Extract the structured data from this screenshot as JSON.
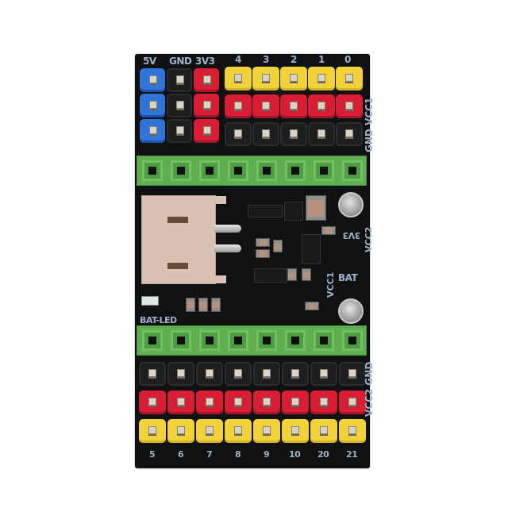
{
  "product": {
    "type": "PCB expansion / breakout board",
    "board_color": "#101112",
    "silkscreen_color": "#9fb1c8"
  },
  "top_labels": {
    "power": [
      "5V",
      "GND",
      "3V3"
    ],
    "gpio": [
      "4",
      "3",
      "2",
      "1",
      "0"
    ],
    "side": "GND VCC1"
  },
  "middle_labels": {
    "led": "BAT-LED",
    "v3v3": "3V3",
    "vcc1": "VCC1",
    "vcc2": "VCC2",
    "bat": "BAT"
  },
  "bottom_labels": {
    "gpio": [
      "5",
      "6",
      "7",
      "8",
      "9",
      "10",
      "20",
      "21"
    ],
    "side": "VCC2 GND"
  },
  "colors": {
    "yellow": "#f1d23b",
    "red": "#d81d34",
    "black": "#1d1e20",
    "blue": "#2f74d8",
    "green": "#5fae4f",
    "connector": "#d9c2b3"
  }
}
